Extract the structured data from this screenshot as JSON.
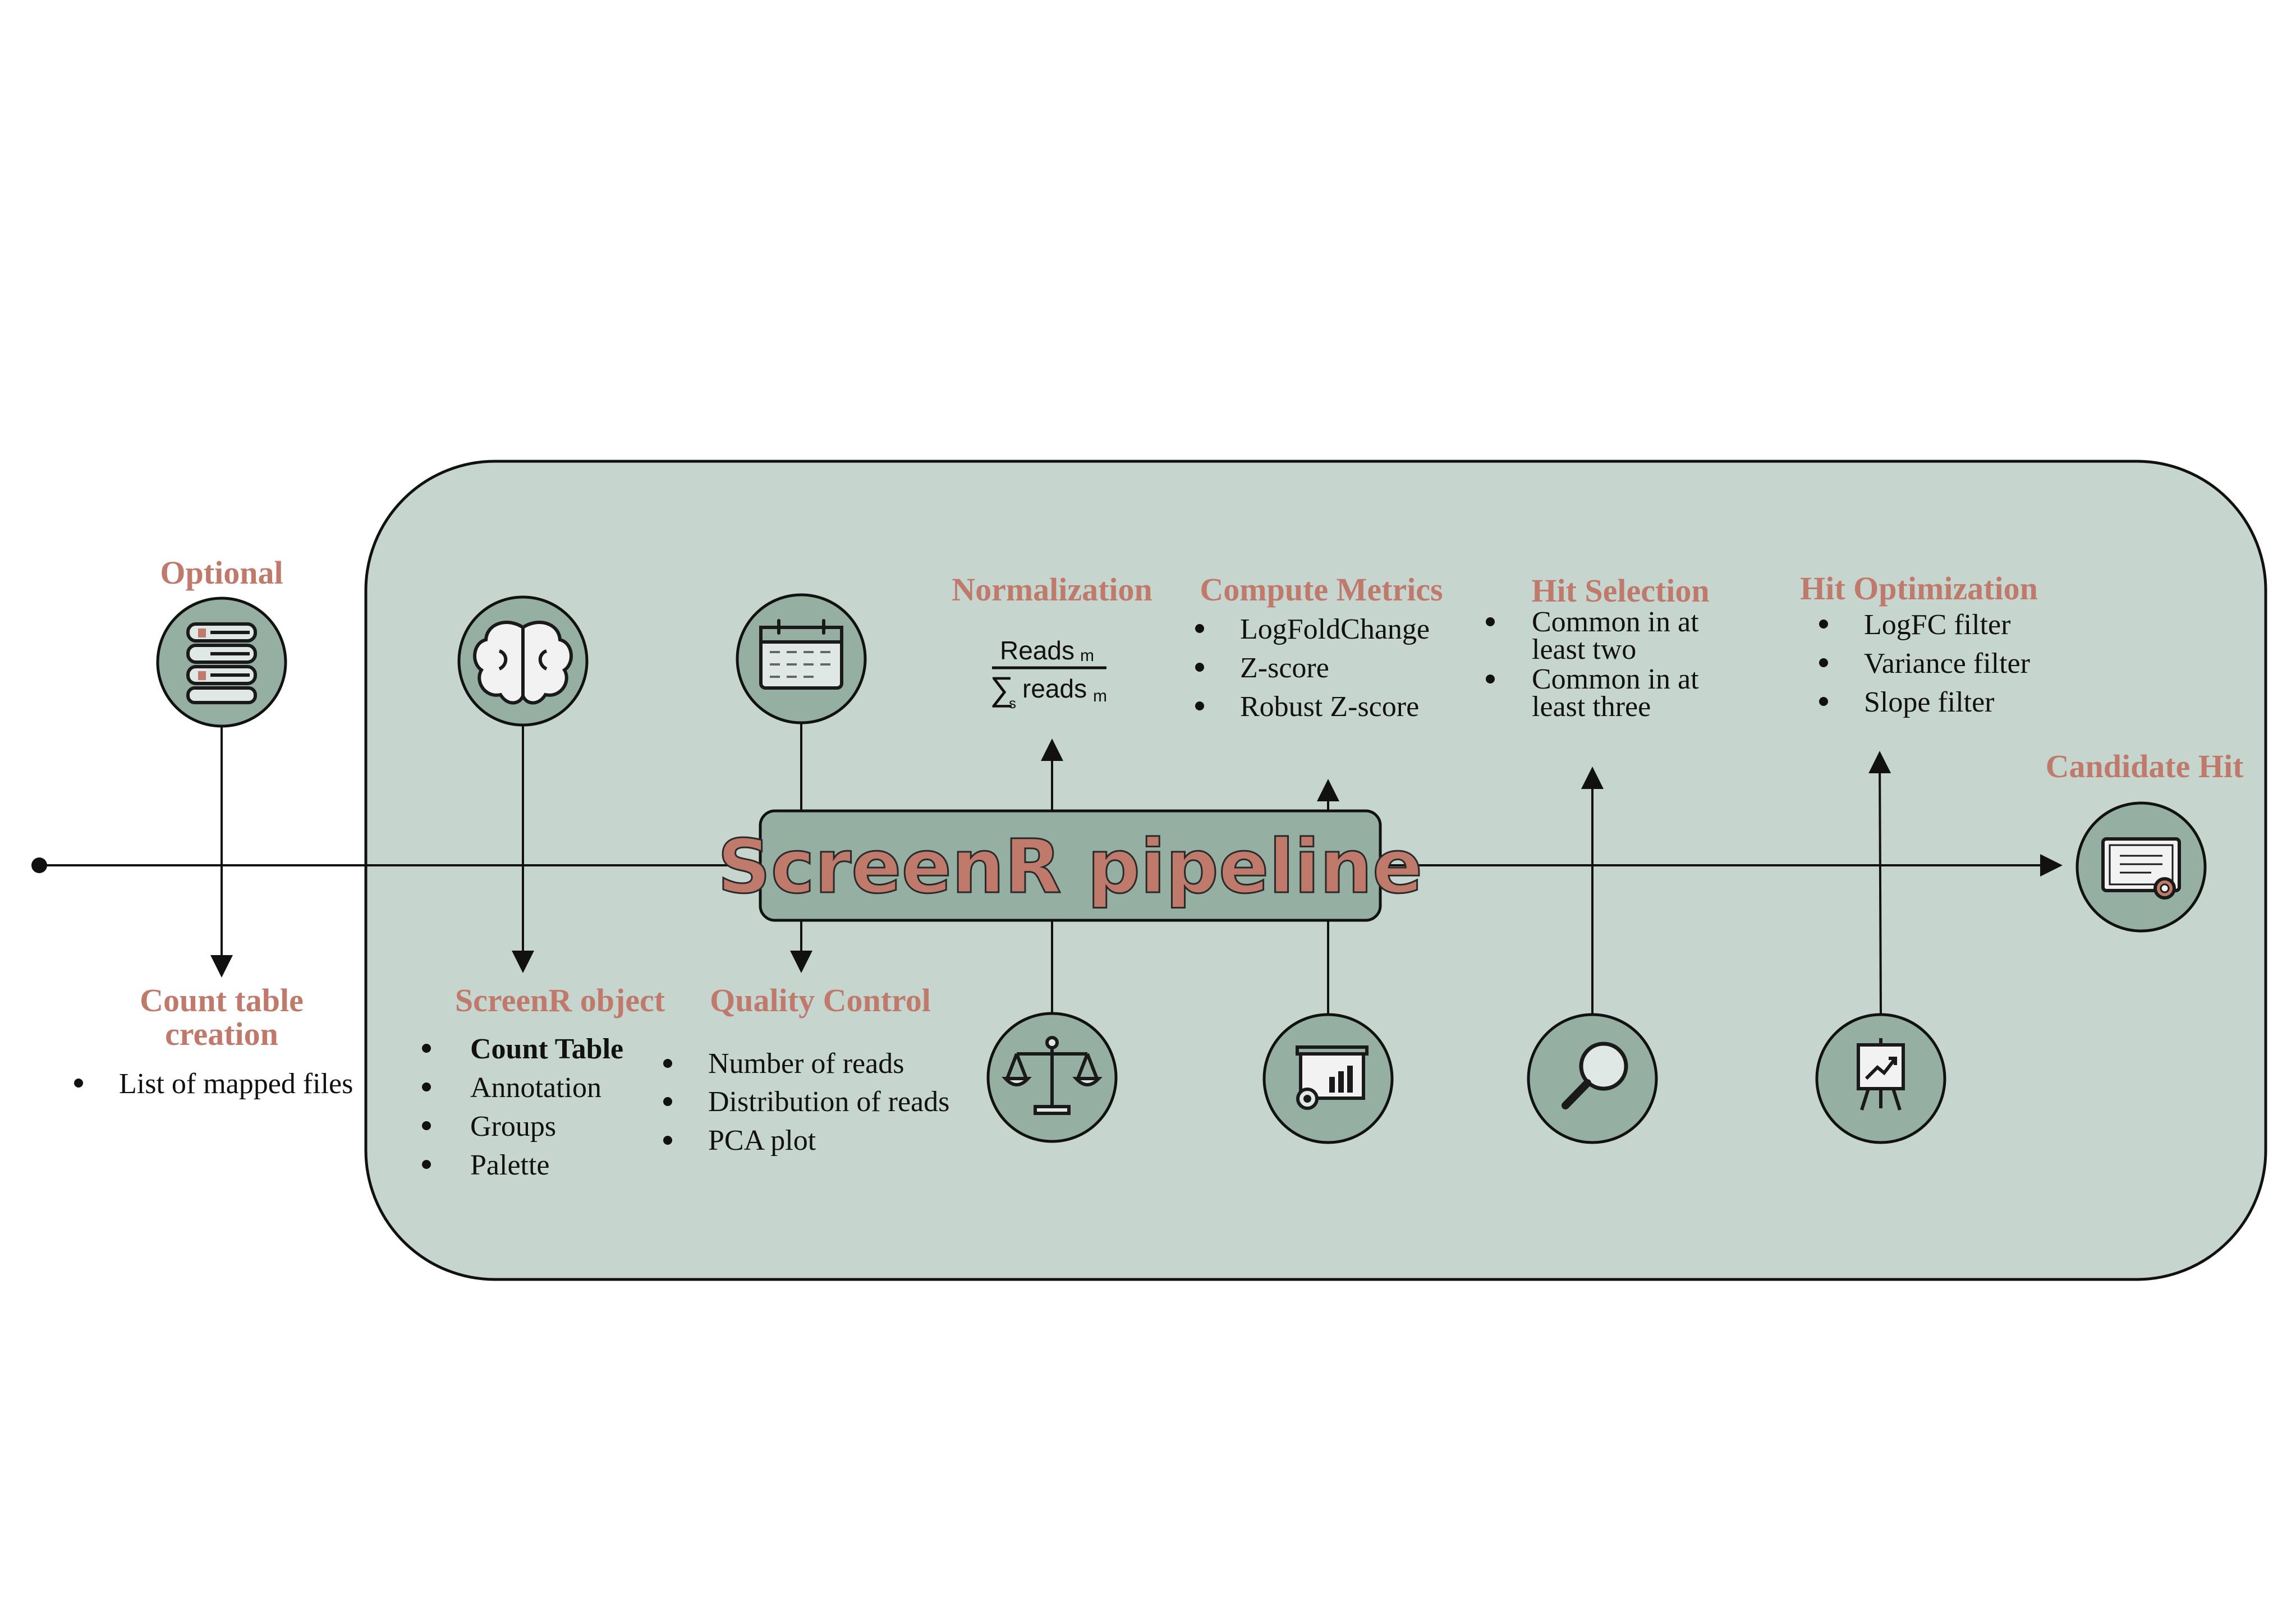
{
  "colors": {
    "panel": "#c6d6cf",
    "node": "#95b0a2",
    "title": "#c07a6c",
    "line": "#111111"
  },
  "optional": {
    "title": "Optional",
    "icon": "books-icon"
  },
  "count_table": {
    "title_line1": "Count table",
    "title_line2": "creation",
    "items": [
      "List of mapped files"
    ]
  },
  "screenr_object": {
    "title": "ScreenR object",
    "icon": "brain-icon",
    "items": [
      "Count Table",
      "Annotation",
      "Groups",
      "Palette"
    ]
  },
  "quality_control": {
    "title": "Quality Control",
    "icon": "calendar-icon",
    "items": [
      "Number of reads",
      "Distribution of reads",
      "PCA plot"
    ]
  },
  "normalization": {
    "title": "Normalization",
    "icon": "balance-scale-icon",
    "formula": {
      "numerator": "Reads",
      "numerator_sub": "m",
      "sum_symbol": "∑",
      "sum_sub": "s",
      "denominator": "reads",
      "denominator_sub": "m"
    }
  },
  "compute_metrics": {
    "title": "Compute Metrics",
    "icon": "presentation-chart-icon",
    "items": [
      "LogFoldChange",
      "Z-score",
      "Robust Z-score"
    ]
  },
  "hit_selection": {
    "title": "Hit Selection",
    "icon": "magnifier-icon",
    "items": [
      {
        "line1": "Common in at",
        "line2": "least two"
      },
      {
        "line1": "Common in at",
        "line2": "least three"
      }
    ]
  },
  "hit_optimization": {
    "title": "Hit Optimization",
    "icon": "easel-chart-icon",
    "items": [
      "LogFC filter",
      "Variance filter",
      "Slope filter"
    ]
  },
  "candidate_hit": {
    "title": "Candidate Hit",
    "icon": "certificate-icon"
  },
  "pipeline": {
    "label": "ScreenR pipeline"
  }
}
